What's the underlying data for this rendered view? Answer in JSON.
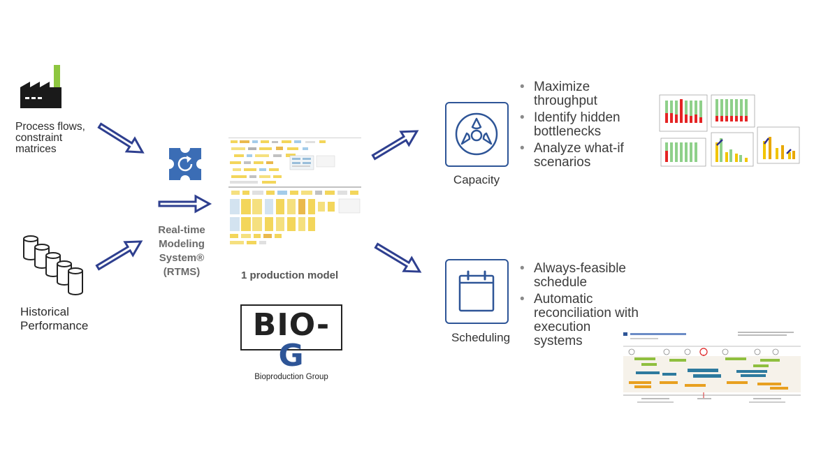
{
  "inputs": {
    "process_label_lines": [
      "Process flows,",
      "constraint",
      "matrices"
    ],
    "historical_label_lines": [
      "Historical",
      "Performance"
    ]
  },
  "rtms": {
    "label_lines": [
      "Real-time",
      "Modeling",
      "System®",
      "(RTMS)"
    ]
  },
  "model": {
    "caption": "1 production model"
  },
  "logo": {
    "main_left": "BIO-",
    "main_right": "G",
    "sub": "Bioproduction Group"
  },
  "capacity": {
    "label": "Capacity",
    "bullets": [
      [
        "Maximize",
        "throughput"
      ],
      [
        "Identify hidden",
        "bottlenecks"
      ],
      [
        "Analyze what-if",
        "scenarios"
      ]
    ]
  },
  "scheduling": {
    "label": "Scheduling",
    "bullets": [
      [
        "Always-feasible",
        "schedule"
      ],
      [
        "Automatic",
        "reconciliation with",
        "execution",
        "systems"
      ]
    ]
  },
  "colors": {
    "arrow": "#2e3f8f",
    "accent_blue": "#2e5597",
    "factory_green": "#8dc63f",
    "rtms_blue": "#3b6db5"
  }
}
